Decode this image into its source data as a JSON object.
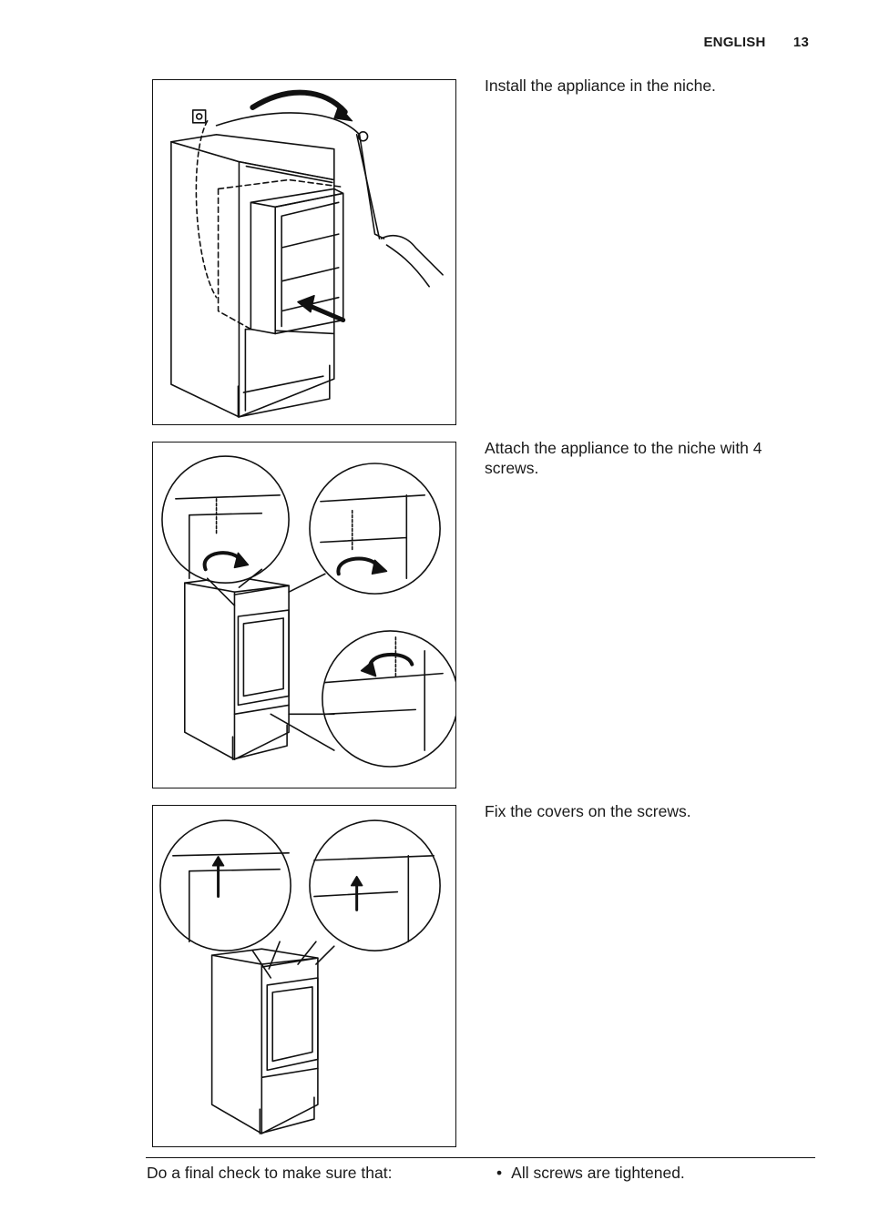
{
  "header": {
    "section": "ENGLISH",
    "page_number": "13"
  },
  "steps": [
    {
      "text": "Install the appliance in the niche."
    },
    {
      "text": "Attach the appliance to the niche with 4 screws."
    },
    {
      "text": "Fix the covers on the screws."
    }
  ],
  "final_check": {
    "intro": "Do a final check to make sure that:",
    "items": [
      "All screws are tightened."
    ]
  }
}
